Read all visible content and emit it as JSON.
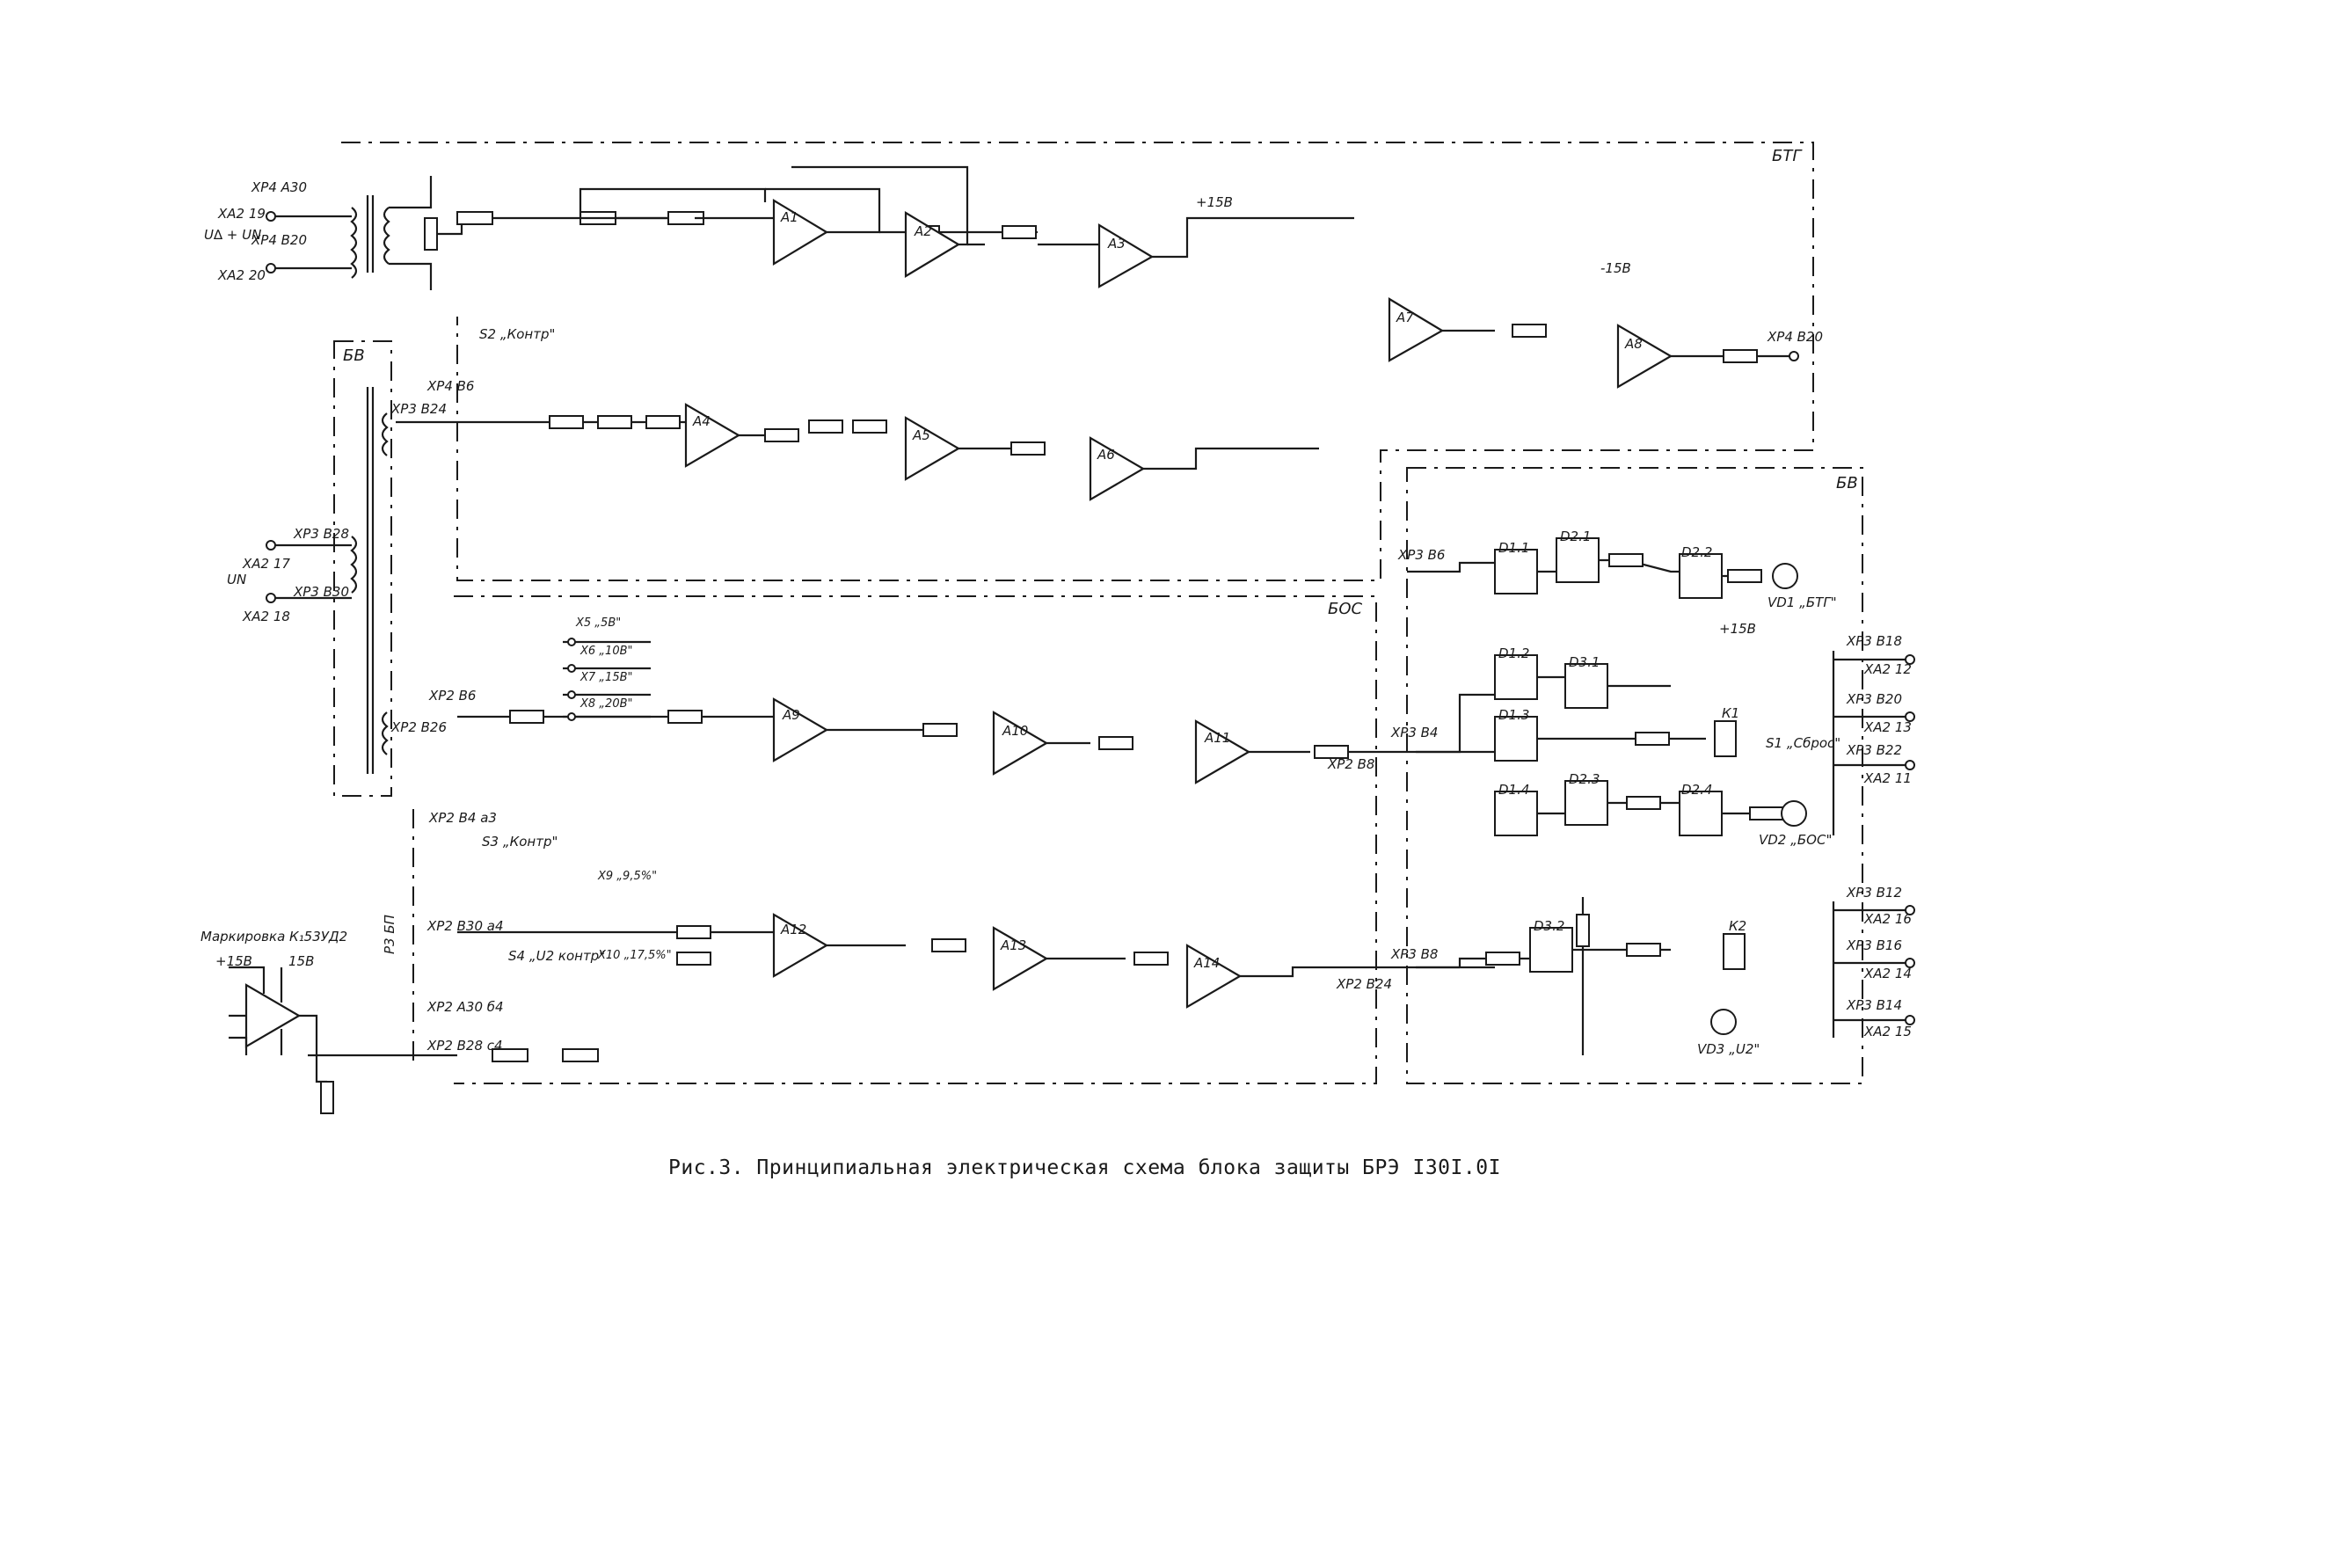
{
  "caption": "Рис.3. Принципиальная электрическая схема блока защиты БРЭ I30I.0I",
  "blocks": {
    "btg": "БТГ",
    "bv_left": "БВ",
    "bos": "БОС",
    "bv_right": "БВ",
    "r3bp": "Р3 БП"
  },
  "inputs": {
    "xa2_19": "ХА2 19",
    "xa2_20": "ХА2 20",
    "xp4_a30": "ХР4 А30",
    "xp4_b20": "ХР4 В20",
    "u_delta_un": "U∆ + UN",
    "xa2_17": "ХА2 17",
    "xa2_18": "ХА2 18",
    "xp3_b28": "ХР3 В28",
    "xp3_b30": "ХР3 В30",
    "un": "UN"
  },
  "switches": {
    "s2": "S2 „Контр\"",
    "s3": "S3 „Контр\"",
    "s4": "S4 „U2 контр\"",
    "s1": "S1 „Сброс\"",
    "x5": "Х5 „5В\"",
    "x6": "Х6 „10В\"",
    "x7": "Х7 „15В\"",
    "x8": "Х8 „20В\"",
    "x9": "Х9 „9,5%\"",
    "x10": "Х10 „17,5%\""
  },
  "opamps": [
    "A1",
    "A2",
    "A3",
    "A4",
    "A5",
    "A6",
    "A7",
    "A8",
    "A9",
    "A10",
    "A11",
    "A12",
    "A13",
    "A14"
  ],
  "gates": [
    "D1.1",
    "D2.1",
    "D2.2",
    "D1.2",
    "D3.1",
    "D1.3",
    "D1.4",
    "D2.3",
    "D2.4",
    "D3.2"
  ],
  "leds": {
    "vd1": "VD1 „БТГ\"",
    "vd2": "VD2 „БОС\"",
    "vd3": "VD3 „U2\""
  },
  "relays": {
    "k1": "К1",
    "k2": "К2"
  },
  "outputs": {
    "xp3_b18": "ХР3 В18",
    "xa2_12": "ХА2 12",
    "xp3_b20": "ХР3 В20",
    "xa2_13": "ХА2 13",
    "xp3_b22": "ХР3 В22",
    "xa2_11": "ХА2 11",
    "xp3_b12": "ХР3 В12",
    "xa2_16": "ХА2 16",
    "xp3_b16": "ХР3 В16",
    "xa2_14": "ХА2 14",
    "xp3_b14": "ХР3 В14",
    "xa2_15": "ХА2 15"
  },
  "legend": {
    "title": "Маркировка К₁53УД2",
    "plus": "+15В",
    "minus": "15В"
  },
  "supplies": {
    "plus15": "+15В",
    "minus15": "-15В"
  },
  "connectors_bos": {
    "xp2_b6": "ХР2 В6",
    "xp2_b4": "ХР2 В4 а3",
    "xp2_b30": "ХР2 В30 а4",
    "xp2_a30": "ХР2 А30 б4",
    "xp2_b28": "ХР2 В28 с4",
    "xp2_b8": "ХР2 В8",
    "xp2_b24": "ХР2 В24",
    "xp3_b4": "ХР3 В4",
    "xp3_b8": "ХР3 В8",
    "xp3_b6": "ХР3 В6",
    "xp4_b6": "ХР4 В6",
    "xp3_b24": "ХР3 В24",
    "xp2_b26": "ХР2 В26",
    "xp4_b20r": "ХР4 В20"
  }
}
